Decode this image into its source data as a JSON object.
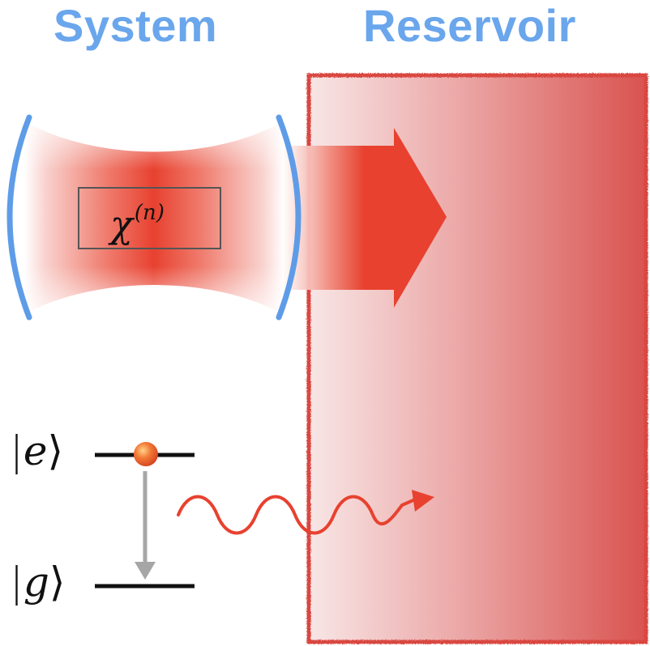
{
  "titles": {
    "system": "System",
    "reservoir": "Reservoir"
  },
  "cavity": {
    "nonlinearity_symbol": "χ",
    "nonlinearity_order": "(n)"
  },
  "atom": {
    "excited_state": "e",
    "ground_state": "g"
  },
  "colors": {
    "title_blue": "#6aa6ec",
    "mirror_blue": "#5e9ce8",
    "field_red": "#e8412f",
    "reservoir_red": "#d95350",
    "decay_arrow_gray": "#a6a6a6",
    "level_black": "#111111",
    "atom_orange": "#ef5a2a"
  },
  "icons": {
    "emission": "wavy-arrow-icon",
    "decay": "down-arrow-icon",
    "leakage": "block-arrow-icon"
  }
}
